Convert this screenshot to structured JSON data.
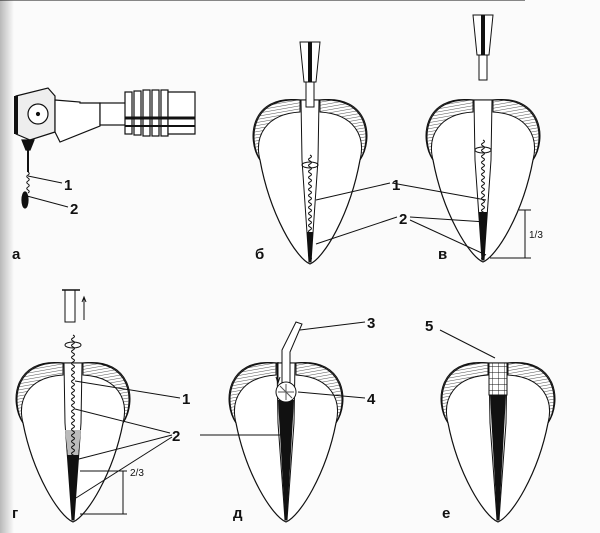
{
  "panels": {
    "a": "а",
    "b": "б",
    "v": "в",
    "g": "г",
    "d": "д",
    "e": "е"
  },
  "callouts": {
    "n1": "1",
    "n2": "2",
    "n3": "3",
    "n4": "4",
    "n5": "5"
  },
  "measures": {
    "one_third": "1/3",
    "two_thirds": "2/3"
  },
  "colors": {
    "ink": "#111111",
    "paper": "#fbfbfb"
  }
}
